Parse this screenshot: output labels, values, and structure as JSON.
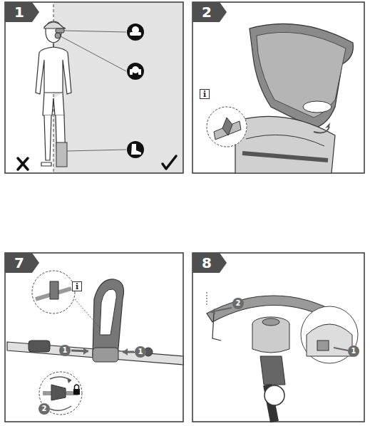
{
  "diagram": {
    "nodes": [
      {
        "text": [
          "1"
        ]
      },
      {
        "text": [
          "2"
        ]
      },
      {
        "text": [
          "i"
        ]
      },
      {
        "text": [
          "7"
        ]
      },
      {
        "text": [
          "i"
        ]
      },
      {
        "text": [
          "1"
        ]
      },
      {
        "text": [
          "1"
        ]
      },
      {
        "text": [
          "2"
        ]
      },
      {
        "text": [
          "8"
        ]
      },
      {
        "text": [
          "2"
        ]
      },
      {
        "text": [
          "1"
        ]
      }
    ]
  }
}
